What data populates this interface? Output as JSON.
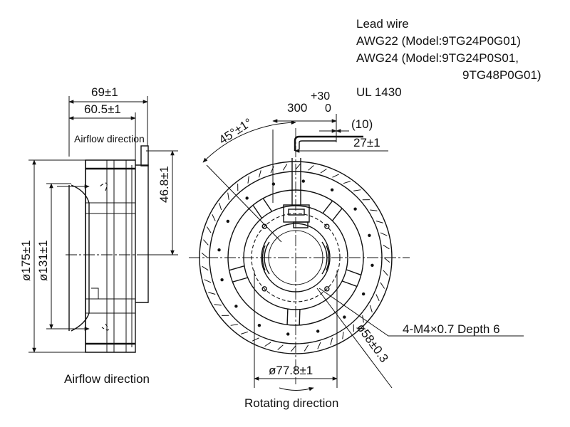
{
  "lead_wire": {
    "title": "Lead wire",
    "line1": "AWG22 (Model:9TG24P0G01)",
    "line2": "AWG24 (Model:9TG24P0S01,",
    "line3": "9TG48P0G01)",
    "standard": "UL 1430"
  },
  "dimensions": {
    "width_overall": "69±1",
    "width_body": "60.5±1",
    "height_side": "46.8±1",
    "outer_diameter": "ø175±1",
    "inner_diameter": "ø131±1",
    "lead_length": "300",
    "lead_tol_plus": "+30",
    "lead_tol_minus": "0",
    "strip_length": "(10)",
    "lead_offset": "27±1",
    "angle": "45°±1°",
    "hub_diameter": "ø77.8±1",
    "bolt_circle": "ø58±0.3",
    "screw_spec": "4-M4×0.7 Depth 6"
  },
  "labels": {
    "airflow_small": "Airflow direction",
    "airflow_large": "Airflow direction",
    "rotating": "Rotating direction"
  }
}
